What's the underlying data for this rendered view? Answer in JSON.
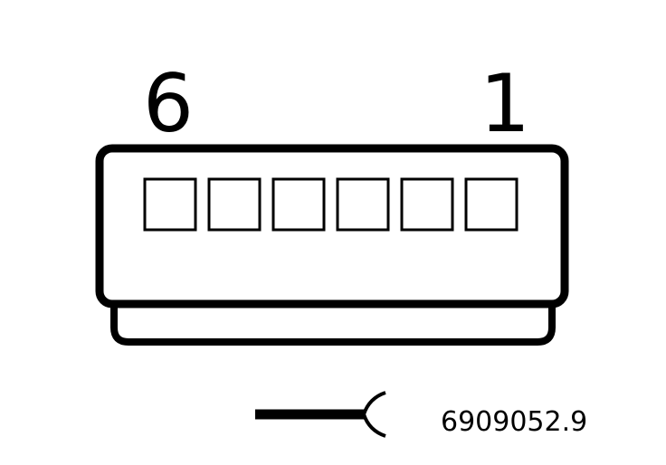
{
  "diagram": {
    "pin_label_left": "6",
    "pin_label_right": "1",
    "reference_code": "6909052.9",
    "pin_cavity_count": 6,
    "connector_type": "6-pin connector, rear view",
    "colors": {
      "line": "#000000",
      "background": "#ffffff"
    }
  }
}
